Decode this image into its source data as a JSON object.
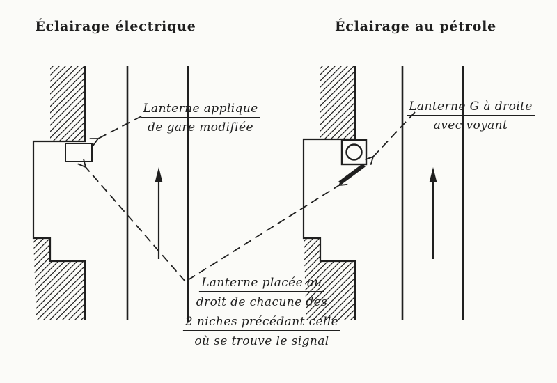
{
  "page": {
    "background": "#fbfbf8",
    "ink": "#1f1f1f",
    "description": "Technical diagram of tunnel niche lanterns, electric vs petroleum lighting"
  },
  "titles": {
    "left": "Éclairage électrique",
    "right": "Éclairage au pétrole"
  },
  "annotations": {
    "left_lantern": {
      "line1": "Lanterne applique",
      "line2": "de gare modifiée"
    },
    "right_lantern": {
      "line1": "Lanterne G à droite",
      "line2": "avec voyant"
    },
    "bottom_note": {
      "line1": "Lanterne placée au",
      "line2": "droit de chacune des",
      "line3": "2 niches précédant celle",
      "line4": "où se trouve le signal"
    }
  }
}
